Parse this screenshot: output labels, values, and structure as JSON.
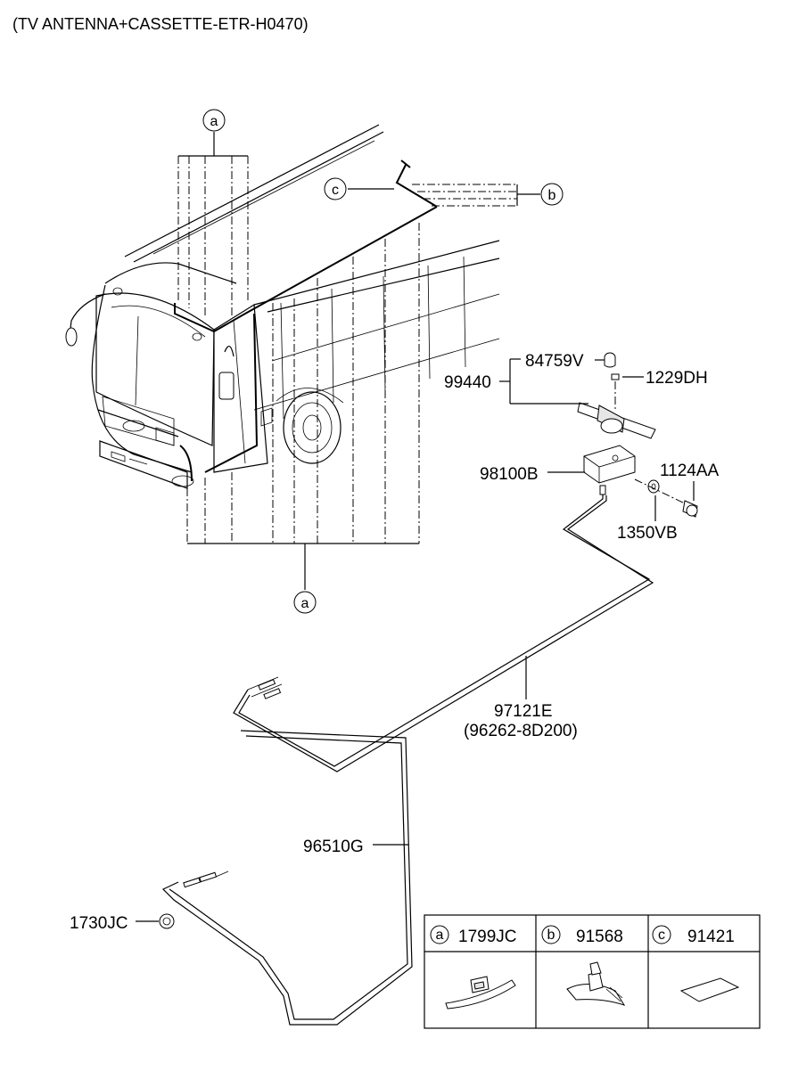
{
  "title": "(TV ANTENNA+CASSETTE-ETR-H0470)",
  "callouts": {
    "a_top": "a",
    "a_bottom": "a",
    "b": "b",
    "c": "c"
  },
  "parts": {
    "p84759V": "84759V",
    "p99440": "99440",
    "p1229DH": "1229DH",
    "p98100B": "98100B",
    "p1124AA": "1124AA",
    "p1350VB": "1350VB",
    "p97121E": "97121E",
    "p96262": "(96262-8D200)",
    "p96510G": "96510G",
    "p1730JC": "1730JC"
  },
  "legend": [
    {
      "key": "a",
      "part": "1799JC"
    },
    {
      "key": "b",
      "part": "91568"
    },
    {
      "key": "c",
      "part": "91421"
    }
  ]
}
